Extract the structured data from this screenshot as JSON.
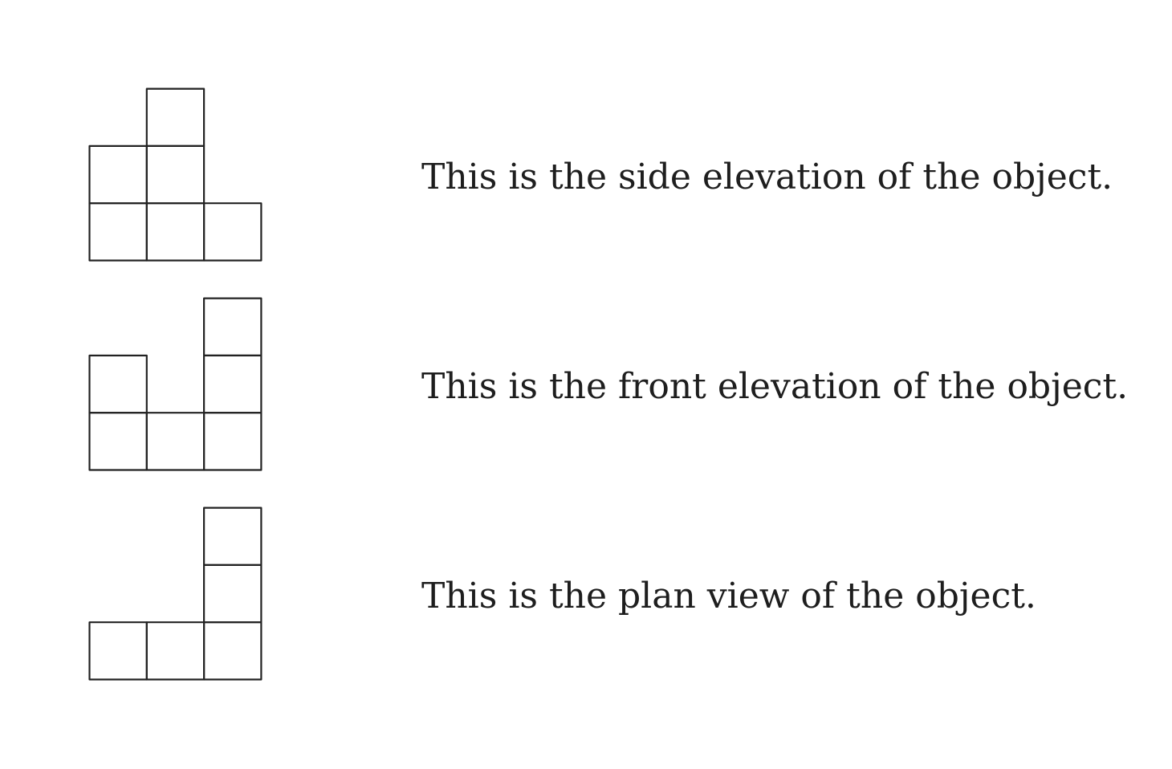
{
  "views": [
    {
      "id": "side",
      "caption": "This is the side elevation of the object.",
      "columns": [
        1,
        2,
        3
      ],
      "column_heights": [
        2,
        3,
        1
      ],
      "grid_rows": 3
    },
    {
      "id": "front",
      "caption": "This is the front elevation of the object.",
      "columns": [
        1,
        2,
        3
      ],
      "column_heights": [
        2,
        1,
        3
      ],
      "grid_rows": 3
    },
    {
      "id": "plan",
      "caption": "This is the plan view of the object.",
      "columns": [
        1,
        2,
        3
      ],
      "column_heights": [
        1,
        1,
        3
      ],
      "grid_rows": 3
    }
  ],
  "colors": {
    "line": "#222222",
    "text": "#1e1e1e",
    "background": "#ffffff"
  }
}
